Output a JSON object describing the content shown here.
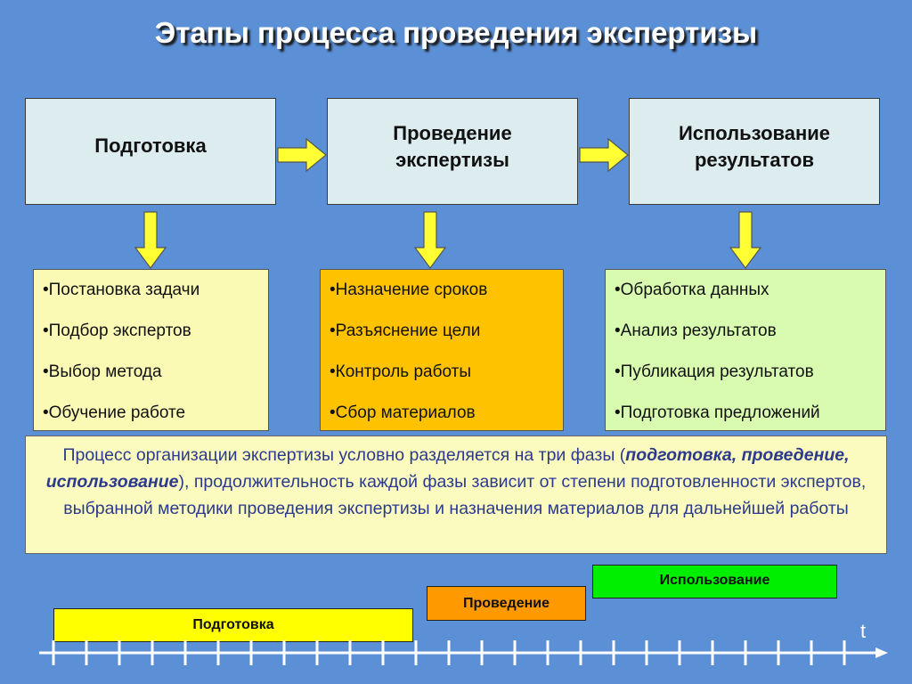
{
  "title": "Этапы процесса проведения экспертизы",
  "stages": [
    {
      "line1": "Подготовка",
      "line2": ""
    },
    {
      "line1": "Проведение",
      "line2": "экспертизы"
    },
    {
      "line1": "Использование",
      "line2": "результатов"
    }
  ],
  "lists": [
    {
      "items": [
        "•Постановка задачи",
        "•Подбор экспертов",
        "•Выбор метода",
        "•Обучение работе"
      ],
      "color": "#fafab4"
    },
    {
      "items": [
        "•Назначение сроков",
        "•Разъяснение цели",
        "•Контроль работы",
        "•Сбор материалов"
      ],
      "color": "#ffc200"
    },
    {
      "items": [
        "•Обработка данных",
        "•Анализ результатов",
        "•Публикация результатов",
        "•Подготовка предложений"
      ],
      "color": "#d9fbb0"
    }
  ],
  "summary": {
    "part1": "Процесс организации экспертизы условно разделяется на три фазы (",
    "emph": "подготовка, проведение, использование",
    "part2": "), продолжительность каждой фазы зависит от степени подготовленности экспертов, выбранной методики проведения экспертизы и назначения материалов для дальнейшей работы"
  },
  "timeline": {
    "axis_label": "t",
    "phases": [
      {
        "label": "Подготовка",
        "color": "#ffff00"
      },
      {
        "label": "Проведение",
        "color": "#ff9900"
      },
      {
        "label": "Использование",
        "color": "#00ee00"
      }
    ]
  },
  "colors": {
    "background": "#5b8fd6",
    "arrow": "#ffff33",
    "axis": "#ffffff"
  }
}
